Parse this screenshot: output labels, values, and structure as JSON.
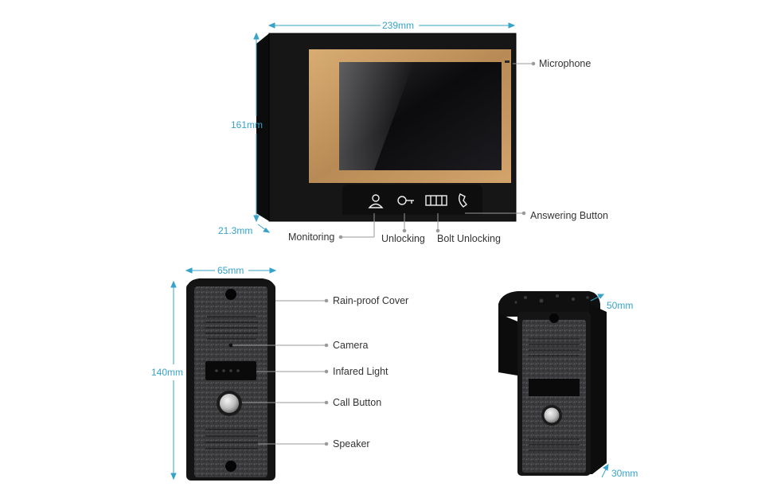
{
  "dimensions": {
    "monitor_width": "239mm",
    "monitor_height": "161mm",
    "monitor_depth": "21.3mm",
    "door_width": "65mm",
    "door_height": "140mm",
    "door_depth_top": "50mm",
    "door_depth_bottom": "30mm"
  },
  "monitor_labels": {
    "microphone": "Microphone",
    "answering_button": "Answering Button",
    "monitoring": "Monitoring",
    "unlocking": "Unlocking",
    "bolt_unlocking": "Bolt Unlocking"
  },
  "door_labels": {
    "rain_proof_cover": "Rain-proof Cover",
    "camera": "Camera",
    "infrared_light": "Infared Light",
    "call_button": "Call Button",
    "speaker": "Speaker"
  },
  "colors": {
    "dimension": "#36a3c9",
    "leader": "#9a9a9a",
    "bezel": "#c89b62",
    "body": "#141414"
  }
}
